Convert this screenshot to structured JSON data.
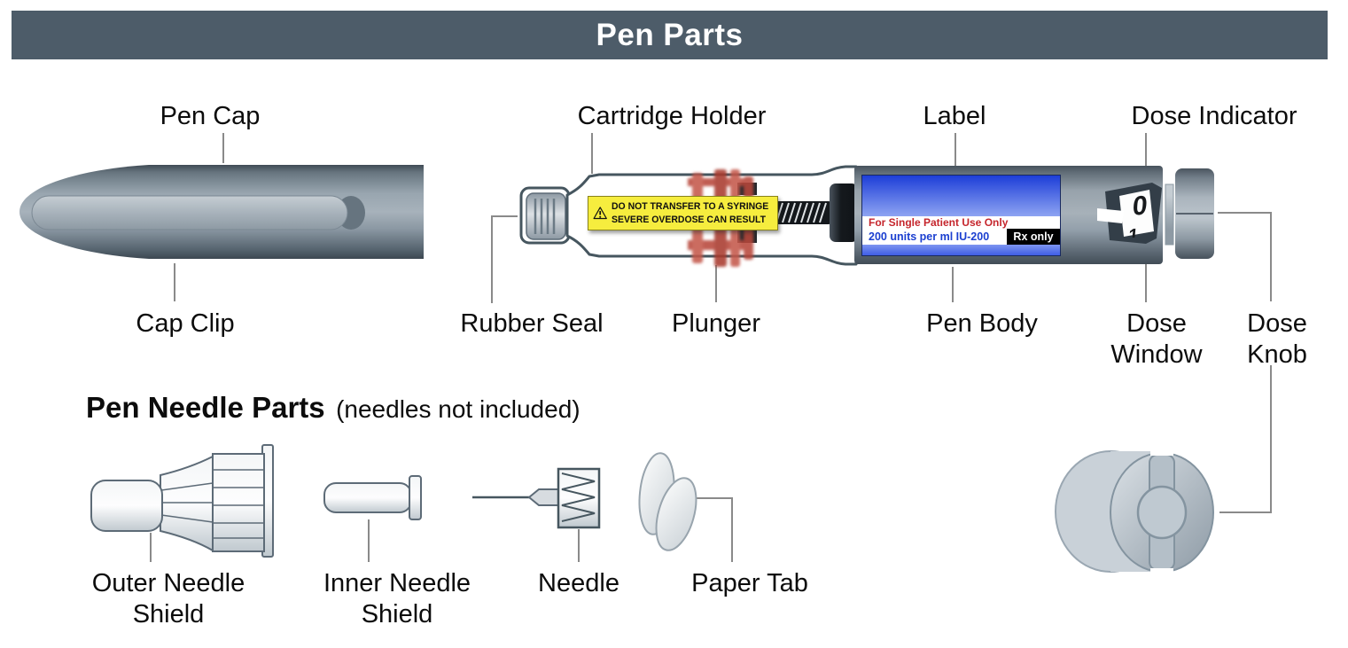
{
  "header": {
    "title": "Pen Parts",
    "bg_color": "#4d5c69",
    "text_color": "#ffffff"
  },
  "callouts": {
    "pen_cap": "Pen Cap",
    "cartridge_holder": "Cartridge Holder",
    "label": "Label",
    "dose_indicator": "Dose Indicator",
    "cap_clip": "Cap Clip",
    "rubber_seal": "Rubber Seal",
    "plunger": "Plunger",
    "pen_body": "Pen Body",
    "dose_window": "Dose Window",
    "dose_knob": "Dose Knob"
  },
  "pen": {
    "warning_label": {
      "icon": "warning-triangle-icon",
      "line1": "DO NOT TRANSFER TO A SYRINGE",
      "line2": "SEVERE OVERDOSE CAN RESULT",
      "bg_color": "#f6ed3e"
    },
    "body_label": {
      "line1": "For Single Patient Use Only",
      "line2": "200 units per ml IU-200",
      "rx": "Rx only",
      "line1_color": "#c5252c",
      "line2_color": "#1b3fd0",
      "blue": "#2b50e0"
    },
    "dose_display": {
      "current": "0",
      "next": "1"
    }
  },
  "needle_section": {
    "title": "Pen Needle Parts",
    "subtitle": "(needles not included)",
    "callouts": {
      "outer_needle_shield": "Outer Needle Shield",
      "inner_needle_shield": "Inner Needle Shield",
      "needle": "Needle",
      "paper_tab": "Paper Tab"
    }
  },
  "colors": {
    "leader_line": "#8a8a8a",
    "header_bg": "#4d5c69",
    "label_blue": "#2b50e0",
    "warning_yellow": "#f6ed3e",
    "plunger_red": "#b8463a",
    "pen_gray": "#8b98a3"
  }
}
